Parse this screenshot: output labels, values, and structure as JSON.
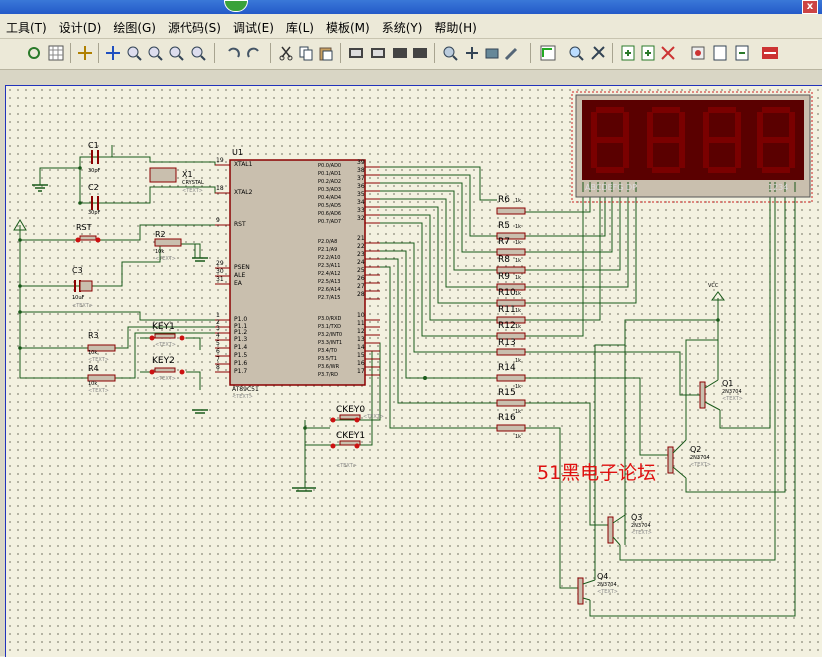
{
  "menubar": {
    "items": [
      "工具(T)",
      "设计(D)",
      "绘图(G)",
      "源代码(S)",
      "调试(E)",
      "库(L)",
      "模板(M)",
      "系统(Y)",
      "帮助(H)"
    ]
  },
  "titlebar": {
    "close_label": "x"
  },
  "schematic": {
    "mcu": {
      "ref": "U1",
      "part": "AT89C51",
      "text": "<TEXT>",
      "left_pins": [
        {
          "num": "19",
          "name": "XTAL1"
        },
        {
          "num": "18",
          "name": "XTAL2"
        },
        {
          "num": "9",
          "name": "RST"
        },
        {
          "num": "29",
          "name": "PSEN"
        },
        {
          "num": "30",
          "name": "ALE"
        },
        {
          "num": "31",
          "name": "EA"
        },
        {
          "num": "1",
          "name": "P1.0"
        },
        {
          "num": "2",
          "name": "P1.1"
        },
        {
          "num": "3",
          "name": "P1.2"
        },
        {
          "num": "4",
          "name": "P1.3"
        },
        {
          "num": "5",
          "name": "P1.4"
        },
        {
          "num": "6",
          "name": "P1.5"
        },
        {
          "num": "7",
          "name": "P1.6"
        },
        {
          "num": "8",
          "name": "P1.7"
        }
      ],
      "right_pins": [
        {
          "num": "39",
          "name": "P0.0/AD0"
        },
        {
          "num": "38",
          "name": "P0.1/AD1"
        },
        {
          "num": "37",
          "name": "P0.2/AD2"
        },
        {
          "num": "36",
          "name": "P0.3/AD3"
        },
        {
          "num": "35",
          "name": "P0.4/AD4"
        },
        {
          "num": "34",
          "name": "P0.5/AD5"
        },
        {
          "num": "33",
          "name": "P0.6/AD6"
        },
        {
          "num": "32",
          "name": "P0.7/AD7"
        },
        {
          "num": "21",
          "name": "P2.0/A8"
        },
        {
          "num": "22",
          "name": "P2.1/A9"
        },
        {
          "num": "23",
          "name": "P2.2/A10"
        },
        {
          "num": "24",
          "name": "P2.3/A11"
        },
        {
          "num": "25",
          "name": "P2.4/A12"
        },
        {
          "num": "26",
          "name": "P2.5/A13"
        },
        {
          "num": "27",
          "name": "P2.6/A14"
        },
        {
          "num": "28",
          "name": "P2.7/A15"
        },
        {
          "num": "10",
          "name": "P3.0/RXD"
        },
        {
          "num": "11",
          "name": "P3.1/TXD"
        },
        {
          "num": "12",
          "name": "P3.2/INT0"
        },
        {
          "num": "13",
          "name": "P3.3/INT1"
        },
        {
          "num": "14",
          "name": "P3.4/T0"
        },
        {
          "num": "15",
          "name": "P3.5/T1"
        },
        {
          "num": "16",
          "name": "P3.6/WR"
        },
        {
          "num": "17",
          "name": "P3.7/RD"
        }
      ]
    },
    "components": {
      "c1": {
        "ref": "C1",
        "value": "30pF"
      },
      "c2": {
        "ref": "C2",
        "value": "30pF"
      },
      "x1": {
        "ref": "X1",
        "value": "CRYSTAL",
        "text": "<TEXT>"
      },
      "rst": {
        "ref": "RST"
      },
      "r2": {
        "ref": "R2",
        "value": "10k",
        "text": "<TEXT>"
      },
      "c3": {
        "ref": "C3",
        "value": "10uF",
        "text": "<TEXT>"
      },
      "r3": {
        "ref": "R3",
        "value": "10k",
        "text": "<TEXT>"
      },
      "r4": {
        "ref": "R4",
        "value": "10k",
        "text": "<TEXT>"
      },
      "key1": {
        "ref": "KEY1",
        "text": "<TEXT>"
      },
      "key2": {
        "ref": "KEY2",
        "text": "<TEXT>"
      },
      "ckey0": {
        "ref": "CKEY0",
        "text": "<TEXT>"
      },
      "ckey1": {
        "ref": "CKEY1",
        "text": "<TEXT>"
      },
      "vcc": {
        "ref": "VCC"
      },
      "display": {
        "segments_label": "ABCDEFG  DP",
        "digits_label": "1234"
      }
    },
    "resistors": [
      {
        "ref": "R6",
        "value": "1k"
      },
      {
        "ref": "R5",
        "value": "1k"
      },
      {
        "ref": "R7",
        "value": "1k"
      },
      {
        "ref": "R8",
        "value": "1k"
      },
      {
        "ref": "R9",
        "value": "1k"
      },
      {
        "ref": "R10",
        "value": "1k"
      },
      {
        "ref": "R11",
        "value": "1k"
      },
      {
        "ref": "R12",
        "value": "1k"
      },
      {
        "ref": "R13",
        "value": "1k"
      },
      {
        "ref": "R14",
        "value": "1k"
      },
      {
        "ref": "R15",
        "value": "1k"
      },
      {
        "ref": "R16",
        "value": "1k"
      }
    ],
    "transistors": [
      {
        "ref": "Q1",
        "part": "2N3704",
        "text": "<TEXT>"
      },
      {
        "ref": "Q2",
        "part": "2N3704",
        "text": "<TEXT>"
      },
      {
        "ref": "Q3",
        "part": "2N3704",
        "text": "<TEXT>"
      },
      {
        "ref": "Q4",
        "part": "2N3704",
        "text": "<TEXT>"
      }
    ],
    "watermark": "51黑电子论坛"
  },
  "colors": {
    "wire": "#1a5a1a",
    "component": "#8b0000",
    "component_fill": "#c9bfae",
    "text": "#111111",
    "label_grey": "#8a8a8a",
    "watermark": "#e01010",
    "display_bg": "#5a0000",
    "display_segment": "#7a0000",
    "menu_bg": "#ece9d8"
  },
  "icons": [
    "refresh-icon",
    "grid-icon",
    "origin-icon",
    "pan-icon",
    "zoom-in-icon",
    "zoom-out-icon",
    "zoom-all-icon",
    "zoom-area-icon",
    "undo-icon",
    "redo-icon",
    "cut-icon",
    "copy-icon",
    "paste-icon",
    "block-copy-icon",
    "block-move-icon",
    "block-rotate-icon",
    "block-delete-icon",
    "pick-device-icon",
    "make-device-icon",
    "pack-icon",
    "decompose-icon",
    "wire-autoroute-icon",
    "search-icon",
    "property-assign-icon",
    "new-sheet-icon",
    "remove-sheet-icon",
    "netlist-icon",
    "bill-icon",
    "erc-icon",
    "ares-icon"
  ]
}
